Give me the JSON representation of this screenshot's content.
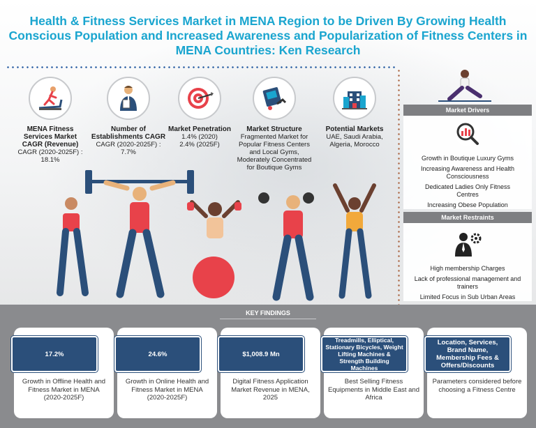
{
  "title": "Health & Fitness Services Market in MENA Region to be Driven By Growing Health Conscious Population and Increased Awareness and Popularization of Fitness Centers in MENA Countries: Ken Research",
  "metrics": [
    {
      "icon": "treadmill-runner-icon",
      "title": "MENA Fitness Services Market CAGR (Revenue)",
      "value": "CAGR (2020-2025F) : 18.1%"
    },
    {
      "icon": "trainer-clipboard-icon",
      "title": "Number of Establishments CAGR",
      "value": "CAGR (2020-2025F) : 7.7%"
    },
    {
      "icon": "target-arrow-icon",
      "title": "Market Penetration",
      "value_lines": [
        "1.4% (2020)",
        "2.4% (2025F)"
      ]
    },
    {
      "icon": "structure-chart-icon",
      "title": "Market Structure",
      "value": "Fragmented Market for Popular Fitness Centers and Local Gyms, Moderately Concentrated for Boutique Gyms"
    },
    {
      "icon": "city-building-icon",
      "title": "Potential Markets",
      "value": "UAE, Saudi Arabia, Algeria, Morocco"
    }
  ],
  "drivers": {
    "heading": "Market Drivers",
    "items": [
      "Growth in Boutique Luxury Gyms",
      "Increasing Awareness and Health Consciousness",
      "Dedicated Ladies Only Fitness Centres",
      "Increasing Obese Population"
    ]
  },
  "restraints": {
    "heading": "Market Restraints",
    "items": [
      "High membership Charges",
      "Lack of professional management and trainers",
      "Limited Focus in Sub Urban Areas"
    ]
  },
  "key_findings": {
    "heading": "KEY FINDINGS",
    "cards": [
      {
        "value": "17.2%",
        "desc": "Growth in Offline Health and Fitness Market in MENA (2020-2025F)"
      },
      {
        "value": "24.6%",
        "desc": "Growth in Online Health and Fitness Market in MENA (2020-2025F)"
      },
      {
        "value": "$1,008.9 Mn",
        "desc": "Digital Fitness Application Market Revenue in MENA, 2025"
      },
      {
        "value": "Treadmills, Elliptical, Stationary Bicycles, Weight Lifting Machines & Strength Building Machines",
        "desc": "Best Selling Fitness Equipments in Middle East and Africa"
      },
      {
        "value": "Location, Services, Brand Name, Membership Fees & Offers/Discounts",
        "desc": "Parameters considered before choosing a Fitness Centre"
      }
    ]
  },
  "colors": {
    "title": "#1aa5cf",
    "card_value_bg": "#2b4f7a",
    "bottom_bg": "#8a8b8e",
    "side_head_bg": "#7e7f82",
    "accent_red": "#e8424a"
  }
}
